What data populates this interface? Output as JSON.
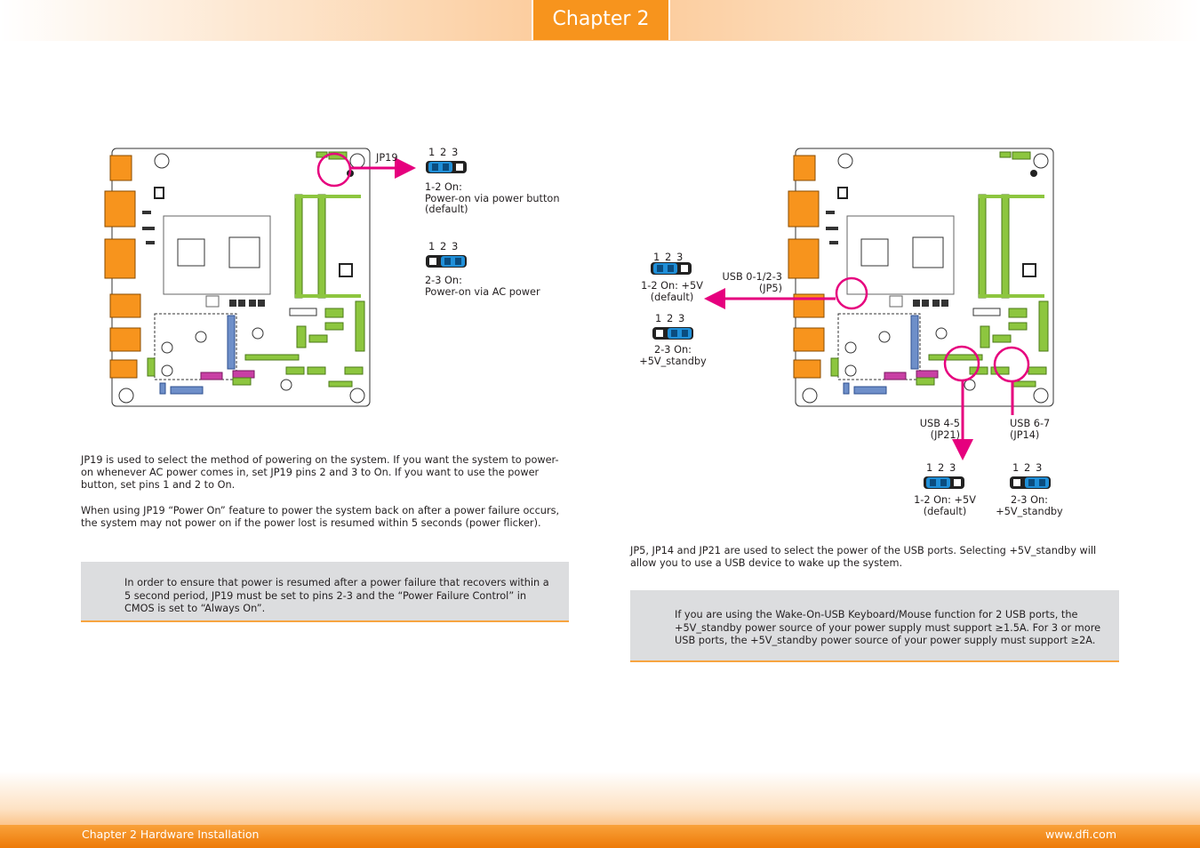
{
  "header": {
    "chapter_tab": "Chapter 2"
  },
  "footer": {
    "left": "Chapter 2 Hardware Installation",
    "right": "www.dfi.com"
  },
  "pins_label": "1  2  3",
  "jp19": {
    "callout": "JP19",
    "opt1": [
      "1-2 On:",
      "Power-on via power button",
      "(default)"
    ],
    "opt2": [
      "2-3 On:",
      "Power-on via AC power"
    ]
  },
  "usb": {
    "jp5_callout": [
      "USB 0-1/2-3",
      "(JP5)"
    ],
    "jp5_opt1": [
      "1-2 On: +5V",
      "(default)"
    ],
    "jp5_opt2": [
      "2-3 On:",
      "+5V_standby"
    ],
    "jp21_callout": [
      "USB 4-5",
      "(JP21)"
    ],
    "jp14_callout": [
      "USB 6-7",
      "(JP14)"
    ],
    "jp21_opt": [
      "1-2 On: +5V",
      "(default)"
    ],
    "jp14_opt": [
      "2-3 On:",
      "+5V_standby"
    ]
  },
  "left_text": {
    "para1": "JP19 is used to select the method of powering on the system. If you want the system to power-on whenever AC power comes in, set JP19 pins 2 and 3 to On. If you want to use the power button, set pins 1 and 2 to On.",
    "para2": "When using JP19 “Power On” feature to power the system back on after a power failure occurs, the system may not power on if the power lost is resumed within 5 seconds (power flicker)."
  },
  "left_note": "In order to ensure that power is resumed after a power failure that recovers within a 5 second period, JP19 must be set to pins 2-3 and the “Power Failure Control” in CMOS is set to “Always On”.",
  "right_text": "JP5, JP14 and JP21 are used to select the power of the USB ports. Selecting +5V_standby will allow you to use a USB device to wake up the system.",
  "right_note": "If you are using the Wake-On-USB Keyboard/Mouse function for 2 USB ports, the +5V_standby power source of your power supply must support ≥1.5A. For 3 or more USB ports, the +5V_standby power source of your power supply must support ≥2A.",
  "colors": {
    "accent": "#f7941d",
    "magenta": "#e6007e",
    "jumper_blue": "#1f8fd8",
    "board_green": "#8dc63f"
  }
}
